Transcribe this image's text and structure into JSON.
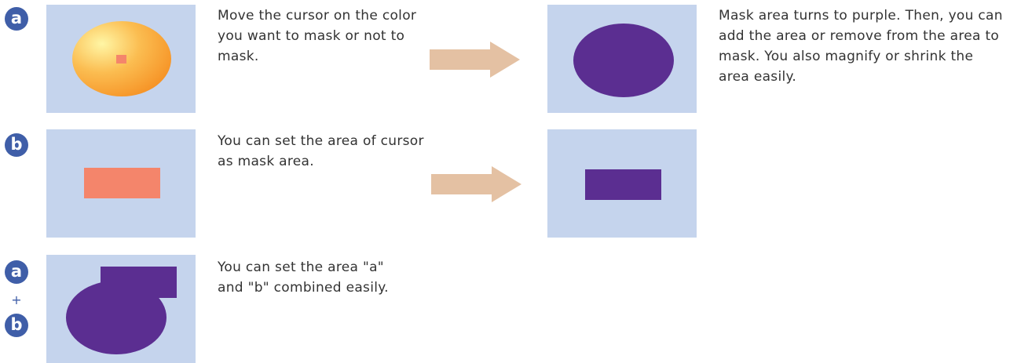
{
  "colors": {
    "badge": "#3f5ea8",
    "panel_background": "#c5d4ed",
    "mask_purple": "#5b2e91",
    "cursor_orange": "#f4856b",
    "arrow": "#e4c1a3",
    "gradient_light": "#fff6a5",
    "gradient_dark": "#f58c1f",
    "text": "#333333"
  },
  "steps": [
    {
      "badge": "a",
      "description": "Move the cursor on the color you want to mask or not to mask.",
      "result_description": "Mask area turns to purple. Then, you can add the area or remove from the area to mask. You also magnify or shrink the area easily."
    },
    {
      "badge": "b",
      "description": "You can set the area of cursor as mask area."
    },
    {
      "badge_top": "a",
      "plus": "+",
      "badge_bottom": "b",
      "description": "You can set the area \"a\" and \"b\" combined easily."
    }
  ],
  "icons": {
    "arrow": "right-arrow-icon"
  }
}
